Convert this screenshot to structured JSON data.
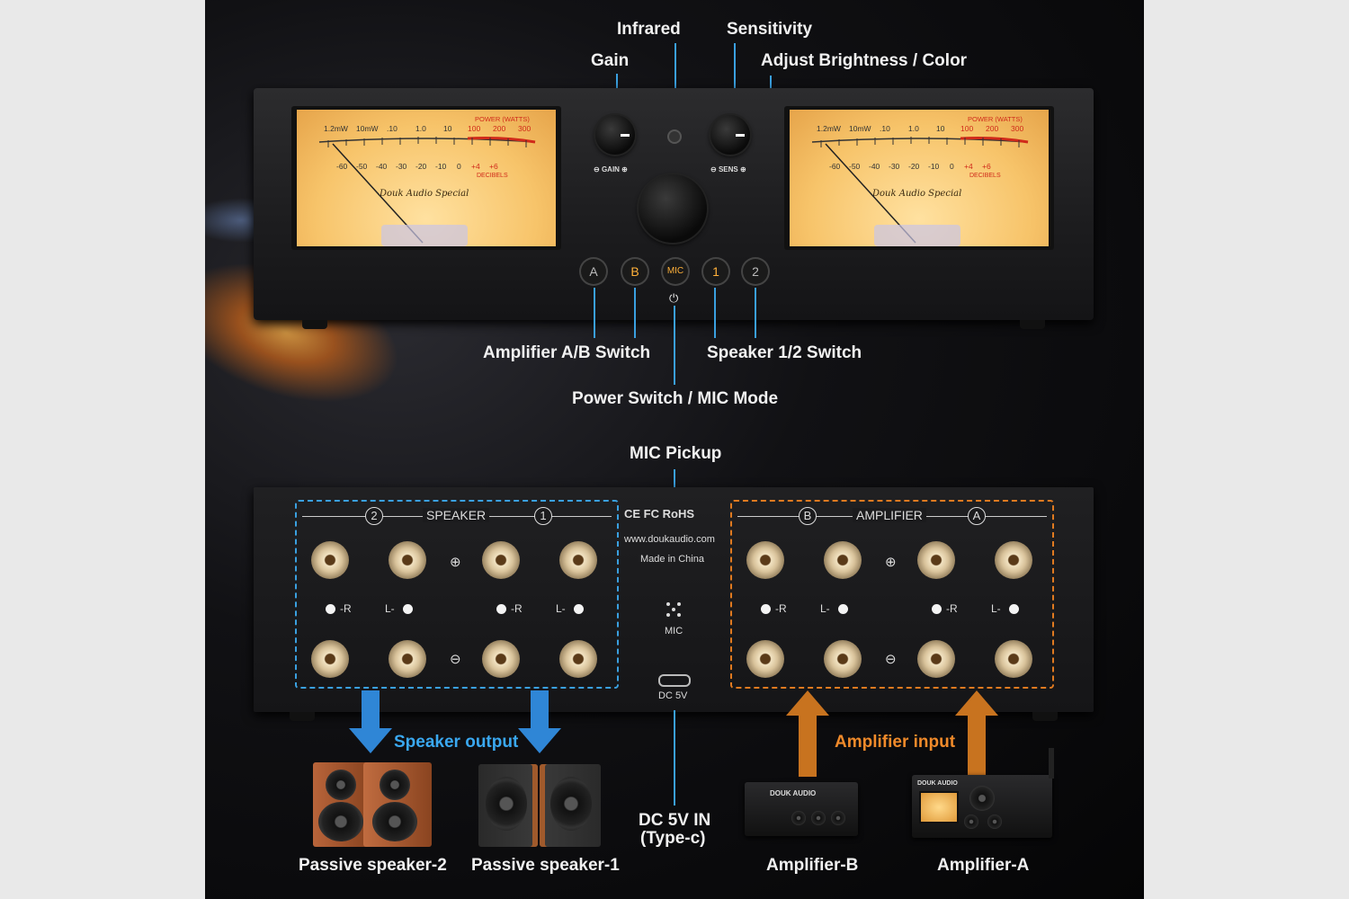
{
  "callouts": {
    "infrared": "Infrared",
    "sensitivity": "Sensitivity",
    "gain": "Gain",
    "brightness": "Adjust Brightness / Color",
    "amp_switch": "Amplifier A/B Switch",
    "speaker_switch": "Speaker 1/2 Switch",
    "power": "Power Switch / MIC Mode",
    "mic_pickup": "MIC Pickup",
    "speaker_output": "Speaker output",
    "amplifier_input": "Amplifier input",
    "dc_in_line1": "DC 5V IN",
    "dc_in_line2": "(Type-c)"
  },
  "front_panel": {
    "meter": {
      "top_scale": [
        "1.2mW",
        "10mW",
        ".10",
        "1.0",
        "10",
        "100",
        "200",
        "300"
      ],
      "power_label": "POWER (WATTS)",
      "db_scale": [
        "-60",
        "-50",
        "-40",
        "-30",
        "-20",
        "-10",
        "0",
        "+4",
        "+6"
      ],
      "db_label": "DECIBELS",
      "brand": "Douk Audio Special"
    },
    "gain_knob_label": "GAIN",
    "sens_knob_label": "SENS",
    "buttons": [
      "A",
      "B",
      "MIC",
      "1",
      "2"
    ],
    "power_icon": "power-icon"
  },
  "rear_panel": {
    "speaker_section": {
      "title": "SPEAKER",
      "left_channel": "2",
      "right_channel": "1"
    },
    "amplifier_section": {
      "title": "AMPLIFIER",
      "left_channel": "B",
      "right_channel": "A"
    },
    "terminal_right": "-R",
    "terminal_left": "L-",
    "plus_symbol": "⊕",
    "minus_symbol": "⊖",
    "certifications": "CE FC RoHS",
    "website": "www.doukaudio.com",
    "made_in": "Made in China",
    "mic_label": "MIC",
    "dc_label": "DC 5V"
  },
  "devices": {
    "speaker2": "Passive speaker-2",
    "speaker1": "Passive speaker-1",
    "ampB": "Amplifier-B",
    "ampA": "Amplifier-A",
    "ampB_brand": "DOUK AUDIO",
    "ampA_brand": "DOUK AUDIO"
  },
  "colors": {
    "callout_line": "#3aa0e0",
    "speaker_accent": "#3aa0e0",
    "amplifier_accent": "#e07a20",
    "meter_face": "#f7c46a"
  }
}
